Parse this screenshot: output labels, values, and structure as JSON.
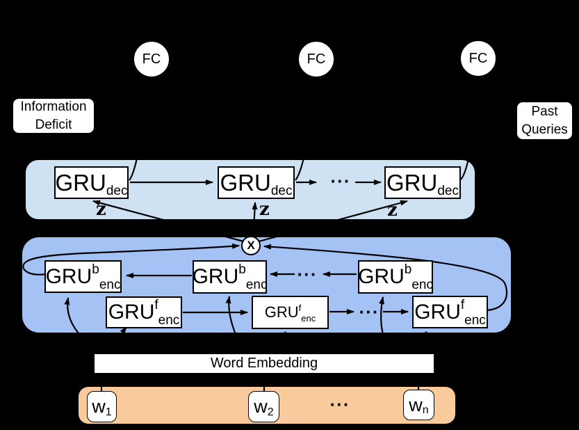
{
  "colors": {
    "decoder-band": "#cfe2f3",
    "encoder-band": "#a4c2f4",
    "word-band": "#f9cb9c",
    "node-fill": "#ffffff",
    "line": "#000000",
    "canvas": "#000000"
  },
  "diagram": {
    "fc_label": "FC",
    "info_deficit_label": "Information Deficit",
    "past_queries_label": "Past Queries",
    "decoder": {
      "gru_main": "GRU",
      "gru_sub": "dec",
      "z_label": "z",
      "dots": "···"
    },
    "encoder": {
      "gru_main": "GRU",
      "b_sup": "b",
      "f_sup": "f",
      "gru_sub": "enc",
      "mult_label": "X",
      "dots": "···"
    },
    "embedding_label": "Word Embedding",
    "words": {
      "w_main": "w",
      "subs": [
        "1",
        "2",
        "n"
      ],
      "dots": "···"
    }
  }
}
